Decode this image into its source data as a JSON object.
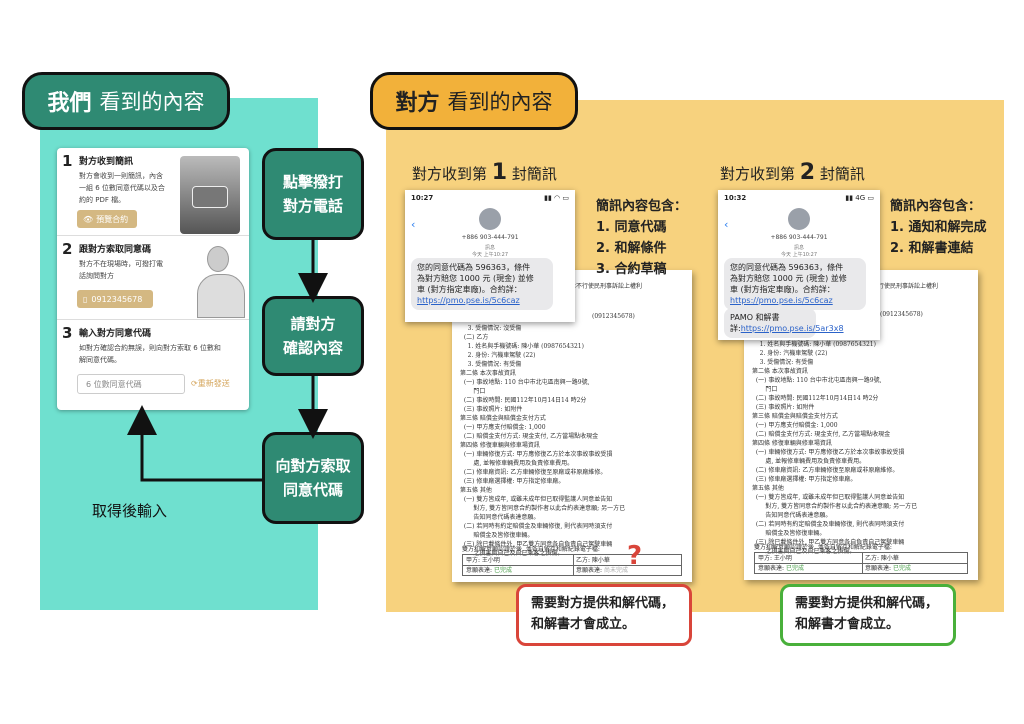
{
  "left_header": {
    "bold": "我們",
    "rest": "看到的內容"
  },
  "right_header": {
    "bold": "對方",
    "rest": "看到的內容"
  },
  "app_card": {
    "step1": {
      "num": "1",
      "title": "對方收到簡訊",
      "desc1": "對方會收到一則簡訊，內含",
      "desc2": "一組 6 位數同意代碼以及合",
      "desc3": "約的 PDF 檔。",
      "button": "預覽合約"
    },
    "step2": {
      "num": "2",
      "title": "跟對方索取同意碼",
      "desc1": "對方不在現場時，可撥打電",
      "desc2": "話詢問對方",
      "phone": "0912345678"
    },
    "step3": {
      "num": "3",
      "title": "輸入對方同意代碼",
      "desc1": "如對方確認合約無誤，則向對方索取 6 位數和",
      "desc2": "解同意代碼。",
      "placeholder": "6 位數同意代碼",
      "resend": "重新發送"
    }
  },
  "flow": {
    "box1": [
      "點擊撥打",
      "對方電話"
    ],
    "box2": [
      "請對方",
      "確認內容"
    ],
    "box3": [
      "向對方索取",
      "同意代碼"
    ],
    "return_label": "取得後輸入"
  },
  "sms1": {
    "heading_pre": "對方收到第",
    "heading_num": "1",
    "heading_post": "封簡訊",
    "time": "10:27",
    "number": "+886 903-444-791",
    "meta1": "訊息",
    "meta2": "今天 上午10:27",
    "msg": [
      "您的同意代碼為 596363，條件",
      "為對方賠您 1000 元 (現金) 並修",
      "車 (對方指定車廠)。合約詳："
    ],
    "link": "https://pmo.pse.is/5c6caz",
    "list_title": "簡訊內容包含：",
    "list": [
      "1.  同意代碼",
      "2.  和解條件",
      "3.  合約草稿"
    ],
    "note": [
      "需要對方提供和解代碼，",
      "和解書才會成立。"
    ],
    "question": "?"
  },
  "sms2": {
    "heading_pre": "對方收到第",
    "heading_num": "2",
    "heading_post": "封簡訊",
    "time": "10:32",
    "number": "+886 903-444-791",
    "meta1": "訊息",
    "meta2": "今天 上午10:27",
    "msg": [
      "您的同意代碼為 596363，條件",
      "為對方賠您 1000 元 (現金) 並修",
      "車 (對方指定車廠)。合約詳："
    ],
    "link": "https://pmo.pse.is/5c6caz",
    "msg2": "PAMO 和解書詳:",
    "link2": "https://pmo.pse.is/5ar3x8",
    "list_title": "簡訊內容包含：",
    "list": [
      "1.  通知和解完成",
      "2.  和解書連結"
    ],
    "note": [
      "需要對方提供和解代碼，",
      "和解書才會成立。"
    ]
  },
  "doc1": {
    "side": "本不行使民刑事訴訟上權利",
    "phone_line": "(0912345678)",
    "lines": [
      "    3. 受傷情況: 沒受傷",
      "  (二) 乙方",
      "    1. 姓名與手機號碼: 陳小華 (0987654321)",
      "    2. 身份: 汽機車駕駛 (22)",
      "    3. 受傷情況: 有受傷",
      "",
      "第二條 本次事故資訊",
      "",
      "  (一) 事故地點: 110 台中市北屯區南興一路9號,",
      "       門口",
      "  (二) 事故時間: 民國112年10月14日14 時2分",
      "  (三) 事故照片: 如附件",
      "",
      "第三條 賠償金與賠償金支付方式",
      "",
      "  (一) 甲方應支付賠償金: 1,000",
      "  (二) 賠償金支付方式: 現金支付, 乙方當場點收現金",
      "",
      "第四條 修復車輛與修車場資訊",
      "",
      "  (一) 車輛修復方式: 甲方應修復乙方於本次事故事故受損",
      "       處, 並報修車輛費用及負責修車費用。",
      "  (二) 修車廠資訊: 乙方車輛修復至原廠或非原廠維修。",
      "  (三) 修車廠選擇權: 甲方指定修車廠。",
      "",
      "第五條 其他",
      "",
      "  (一) 雙方皆成年, 或雖未成年但已取得監護人同意並告知",
      "       對方, 雙方皆同意合約製作者以此合約表達意願; 另一方已",
      "       告知同意代碼表達意願。",
      "  (二) 若同時有約定賠償金及車輛修復, 則代表同時須支付",
      "       賠償金及皆修復車輛。",
      "  (三) 除已載條件外, 甲乙雙方同意各自負責自己駕駛車輛",
      "       之損害與自己及自己乘客之損傷。"
    ],
    "sign_title": "雙方和解意願認證於後, 並各自留存和解紀錄電子檔:",
    "party_a": "甲方: 王小明",
    "party_b": "乙方: 陳小華",
    "consent_a": "意願表達:",
    "consent_a_val": "已完成",
    "consent_b": "意願表達:",
    "consent_b_val": "尚未完成"
  },
  "doc2": {
    "side": "不行使民刑事訴訟上權利",
    "phone_line": "(0912345678)",
    "sign_title": "雙方和解意願認證於後, 並各自留存和解紀錄電子檔:",
    "party_a": "甲方: 王小明",
    "party_b": "乙方: 陳小華",
    "consent_a": "意願表達:",
    "consent_a_val": "已完成",
    "consent_b": "意願表達:",
    "consent_b_val": "已完成"
  },
  "colors": {
    "mint": "#6fe0cf",
    "dark_green": "#2f8a73",
    "orange": "#f2b13a",
    "sand": "#f7d27e",
    "red": "#d9453a",
    "green": "#49b03b"
  }
}
